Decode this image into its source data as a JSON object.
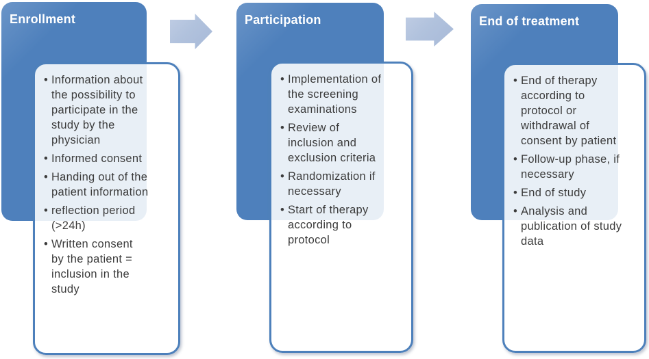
{
  "stages": [
    {
      "title": "Enrollment",
      "bullets": [
        "Information about\nthe possibility to\nparticipate in the\nstudy by the\nphysician",
        "Informed consent",
        "Handing out of the\npatient information",
        "reflection period\n(>24h)",
        "Written consent\nby the patient =\ninclusion in the\nstudy"
      ]
    },
    {
      "title": "Participation",
      "bullets": [
        "Implementation of\nthe screening\nexaminations",
        "Review of\ninclusion and\nexclusion criteria",
        "Randomization if\nnecessary",
        "Start of therapy\naccording to\nprotocol"
      ]
    },
    {
      "title": "End of treatment",
      "bullets": [
        "End of therapy\naccording to\nprotocol or\nwithdrawal of\nconsent by patient",
        "Follow-up phase, if\nnecessary",
        "End of study",
        "Analysis and\npublication of study\ndata"
      ]
    }
  ],
  "connectors": [
    {
      "icon": "right-arrow-icon"
    },
    {
      "icon": "right-arrow-icon"
    }
  ],
  "colors": {
    "stage_blue": "#4e80bc",
    "card_border": "#4d80bb",
    "arrow_fill": "#b1c2dd",
    "title_text": "#ffffff",
    "body_text": "#3b3b3b",
    "body_tint_over_blue": "#e9eef7"
  }
}
